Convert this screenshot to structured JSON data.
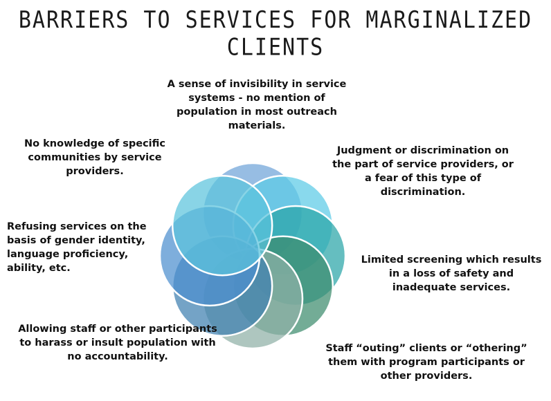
{
  "title": "BARRIERS TO SERVICES FOR MARGINALIZED CLIENTS",
  "barriers": [
    "A sense of invisibility in service systems - no mention of population in most outreach materials.",
    "Judgment or discrimination on the part of service providers, or a fear of this type of discrimination.",
    "Limited screening which results in a loss of safety and inadequate services.",
    "Staff “outing” clients or “othering” them with program participants or other providers.",
    "Allowing staff or other participants to harass or insult population with no accountability.",
    "Refusing services on the basis of gender identity, language proficiency, ability, etc.",
    "No knowledge of specific communities by service providers."
  ],
  "colors": {
    "top": "#6fa4d8",
    "upper_right": "#5ccbe6",
    "right": "#2aa5a8",
    "lower_right": "#3d8c6e",
    "bottom": "#8fb0a6",
    "lower_left": "#3f7fb0",
    "left": "#4c8fcf",
    "upper_left": "#5cc3dc"
  }
}
